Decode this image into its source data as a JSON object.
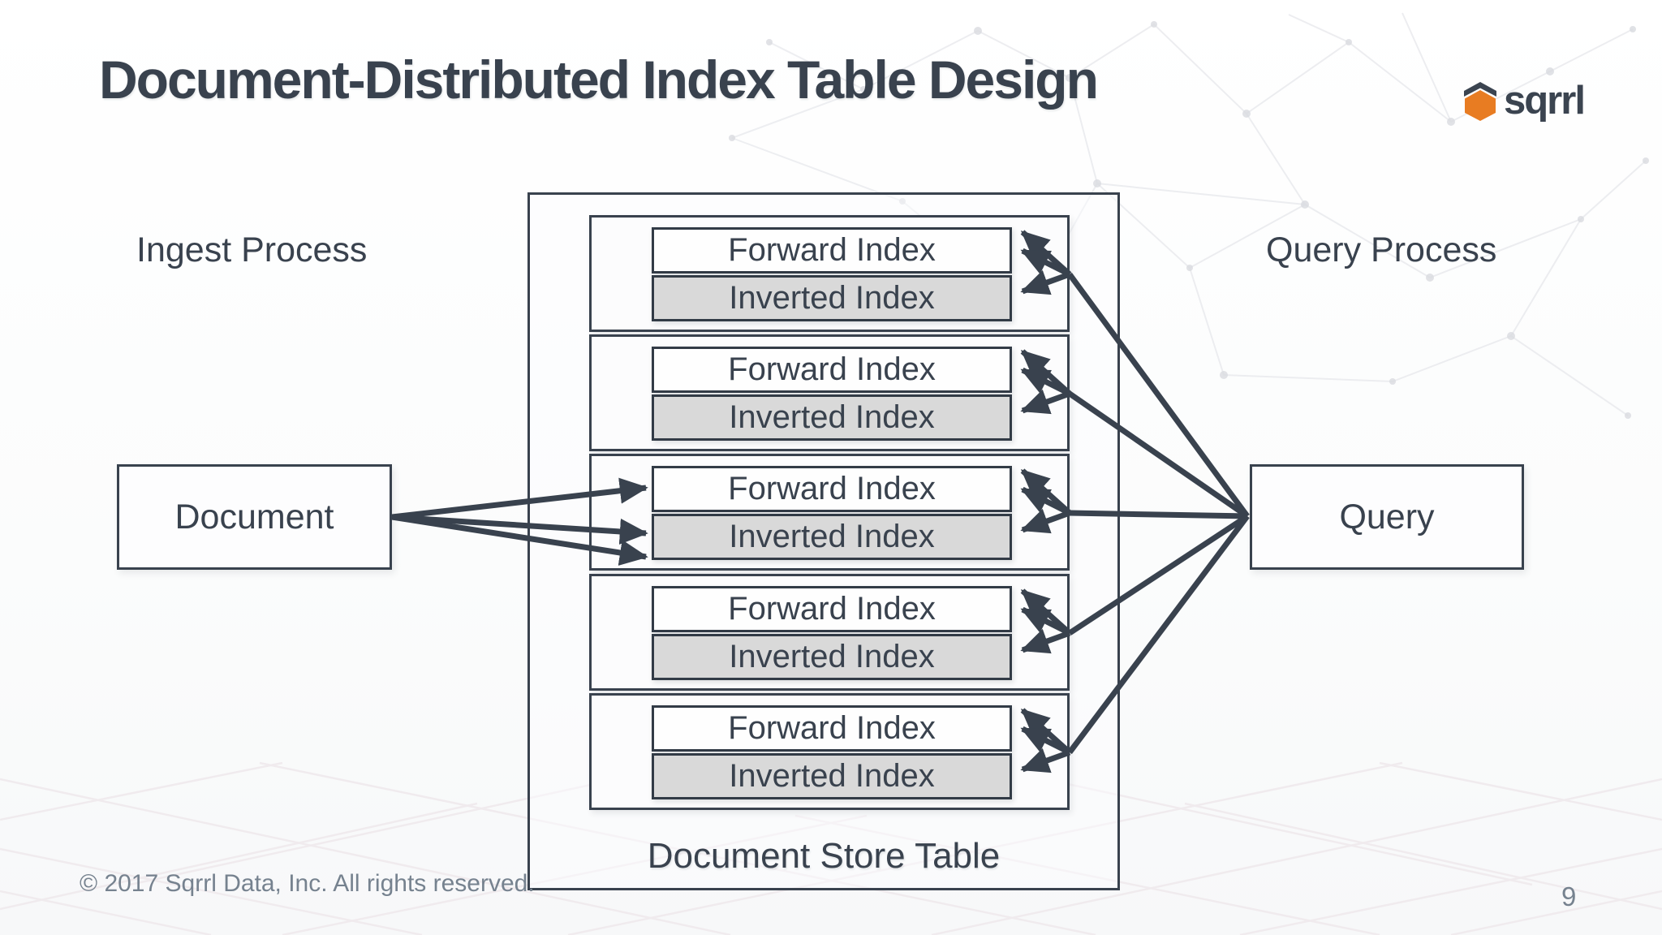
{
  "slide": {
    "title": "Document-Distributed Index Table Design",
    "copyright": "© 2017 Sqrrl Data, Inc. All rights reserved.",
    "page_number": "9"
  },
  "logo": {
    "text": "sqrrl",
    "hex_color": "#e87c22",
    "cap_color": "#3b4450"
  },
  "labels": {
    "ingest": "Ingest Process",
    "query_process": "Query Process"
  },
  "nodes": {
    "document": "Document",
    "query": "Query",
    "store_title": "Document Store Table"
  },
  "store": {
    "tablets": [
      {
        "forward": "Forward Index",
        "inverted": "Inverted Index"
      },
      {
        "forward": "Forward Index",
        "inverted": "Inverted Index"
      },
      {
        "forward": "Forward Index",
        "inverted": "Inverted Index"
      },
      {
        "forward": "Forward Index",
        "inverted": "Inverted Index"
      },
      {
        "forward": "Forward Index",
        "inverted": "Inverted Index"
      }
    ]
  },
  "colors": {
    "ink": "#39424e",
    "inverted_fill": "#d9d9d9",
    "muted_text": "#76828f",
    "logo_orange": "#e87c22"
  }
}
